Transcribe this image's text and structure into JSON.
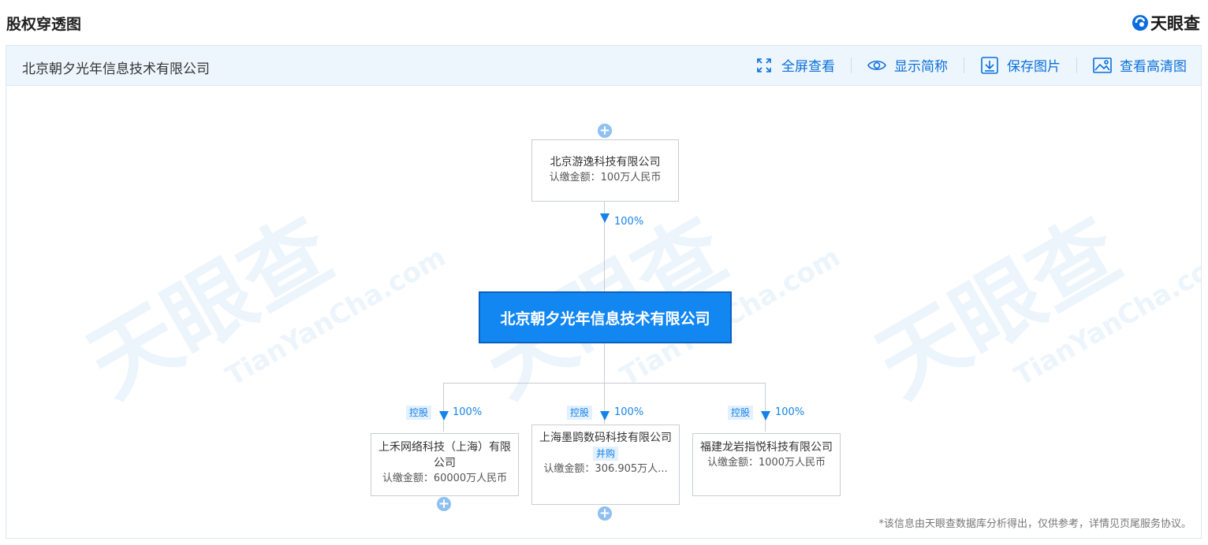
{
  "page_title": "股权穿透图",
  "brand": {
    "name": "天眼查",
    "logo_icon": "tianyancha-logo-icon"
  },
  "toolbar": {
    "company_name": "北京朝夕光年信息技术有限公司",
    "fullscreen_label": "全屏查看",
    "show_short_label": "显示简称",
    "save_image_label": "保存图片",
    "hd_image_label": "查看高清图"
  },
  "watermark": {
    "text": "天眼查",
    "sub": "TianYanCha.com"
  },
  "chart": {
    "shareholder": {
      "name": "北京游逸科技有限公司",
      "amount": "认缴金额：100万人民币",
      "percent": "100%"
    },
    "center": {
      "name": "北京朝夕光年信息技术有限公司"
    },
    "subsidiaries": [
      {
        "tag": "控股",
        "percent": "100%",
        "name": "上禾网络科技（上海）有限公司",
        "amount": "认缴金额：60000万人民币"
      },
      {
        "tag": "控股",
        "percent": "100%",
        "name": "上海墨鹍数码科技有限公司",
        "badge": "并购",
        "amount": "认缴金额：306.905万人..."
      },
      {
        "tag": "控股",
        "percent": "100%",
        "name": "福建龙岩指悦科技有限公司",
        "amount": "认缴金额：1000万人民币"
      }
    ],
    "expand_symbol": "+"
  },
  "footer_note": "*该信息由天眼查数据库分析得出，仅供参考，详情见页尾服务协议。",
  "colors": {
    "accent": "#1287f2",
    "link": "#0b6fd8",
    "toolbar_bg": "#eef6fd"
  }
}
